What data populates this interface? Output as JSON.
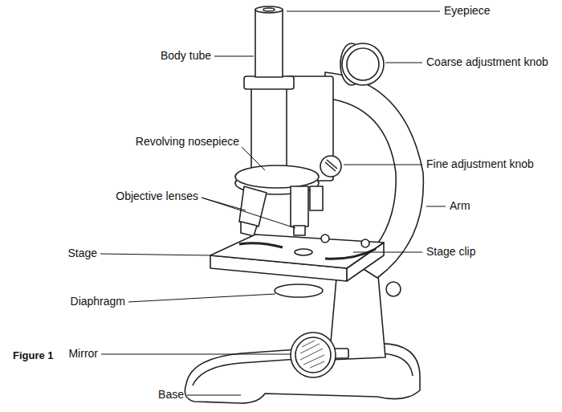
{
  "diagram": {
    "caption": "Figure 1",
    "labels": [
      "Eyepiece",
      "Body tube",
      "Coarse adjustment knob",
      "Revolving nosepiece",
      "Fine adjustment knob",
      "Objective lenses",
      "Arm",
      "Stage",
      "Stage clip",
      "Diaphragm",
      "Mirror",
      "Base"
    ]
  }
}
